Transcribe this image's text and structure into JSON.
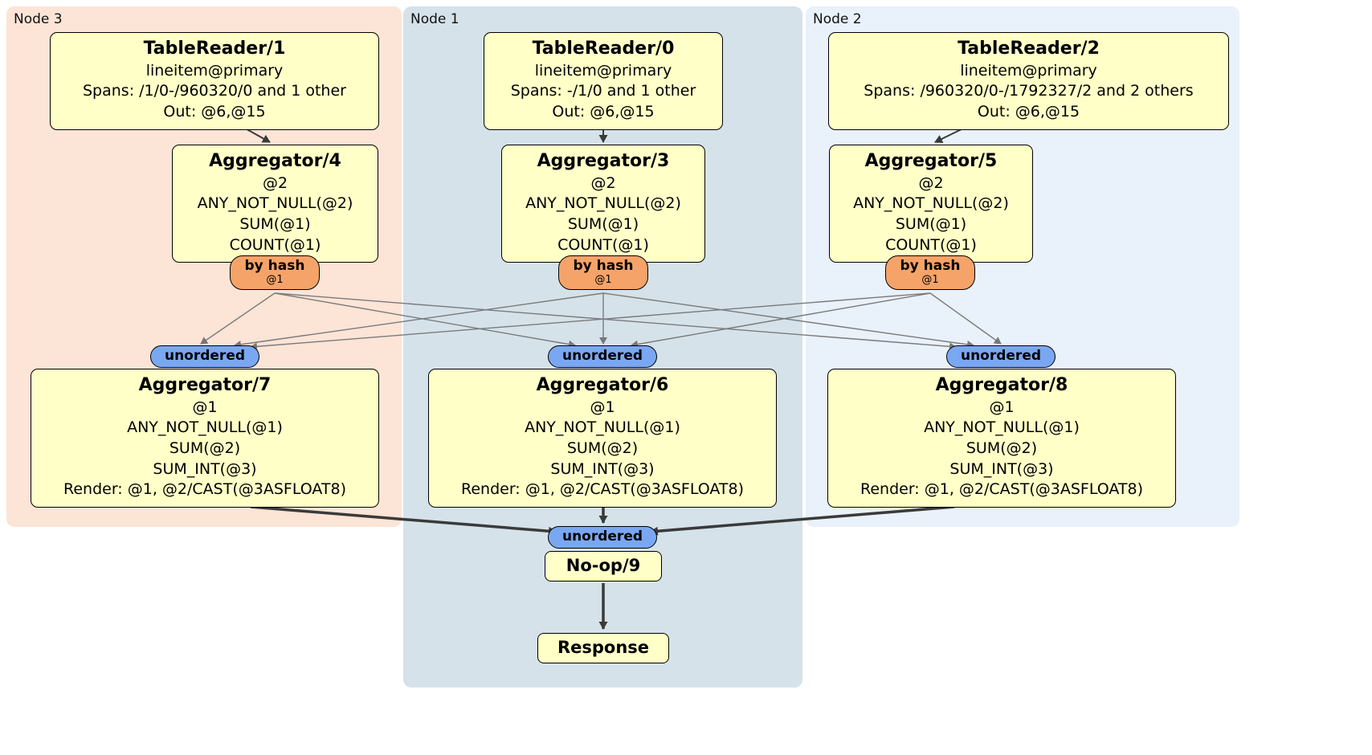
{
  "diagram": {
    "nodes": [
      {
        "label": "Node 3",
        "table_reader": {
          "title": "TableReader/1",
          "lines": [
            "lineitem@primary",
            "Spans: /1/0-/960320/0 and 1 other",
            "Out: @6,@15"
          ]
        },
        "aggregator_top": {
          "title": "Aggregator/4",
          "lines": [
            "@2",
            "ANY_NOT_NULL(@2)",
            "SUM(@1)",
            "COUNT(@1)"
          ]
        },
        "router": {
          "label": "by hash",
          "detail": "@1"
        },
        "stream_label": "unordered",
        "aggregator_bottom": {
          "title": "Aggregator/7",
          "lines": [
            "@1",
            "ANY_NOT_NULL(@1)",
            "SUM(@2)",
            "SUM_INT(@3)",
            "Render: @1, @2/CAST(@3ASFLOAT8)"
          ]
        }
      },
      {
        "label": "Node 1",
        "table_reader": {
          "title": "TableReader/0",
          "lines": [
            "lineitem@primary",
            "Spans: -/1/0 and 1 other",
            "Out: @6,@15"
          ]
        },
        "aggregator_top": {
          "title": "Aggregator/3",
          "lines": [
            "@2",
            "ANY_NOT_NULL(@2)",
            "SUM(@1)",
            "COUNT(@1)"
          ]
        },
        "router": {
          "label": "by hash",
          "detail": "@1"
        },
        "stream_label": "unordered",
        "aggregator_bottom": {
          "title": "Aggregator/6",
          "lines": [
            "@1",
            "ANY_NOT_NULL(@1)",
            "SUM(@2)",
            "SUM_INT(@3)",
            "Render: @1, @2/CAST(@3ASFLOAT8)"
          ]
        }
      },
      {
        "label": "Node 2",
        "table_reader": {
          "title": "TableReader/2",
          "lines": [
            "lineitem@primary",
            "Spans: /960320/0-/1792327/2 and 2 others",
            "Out: @6,@15"
          ]
        },
        "aggregator_top": {
          "title": "Aggregator/5",
          "lines": [
            "@2",
            "ANY_NOT_NULL(@2)",
            "SUM(@1)",
            "COUNT(@1)"
          ]
        },
        "router": {
          "label": "by hash",
          "detail": "@1"
        },
        "stream_label": "unordered",
        "aggregator_bottom": {
          "title": "Aggregator/8",
          "lines": [
            "@1",
            "ANY_NOT_NULL(@1)",
            "SUM(@2)",
            "SUM_INT(@3)",
            "Render: @1, @2/CAST(@3ASFLOAT8)"
          ]
        }
      }
    ],
    "final": {
      "stream_label": "unordered",
      "noop_title": "No-op/9",
      "response_title": "Response"
    },
    "colors": {
      "node3_bg": "#fce4d6",
      "node1_bg": "#d5e2ea",
      "node2_bg": "#e9f1fa",
      "box_bg": "#ffffc8",
      "router_bg": "#f5a369",
      "stream_bg": "#7aa7f2"
    }
  }
}
